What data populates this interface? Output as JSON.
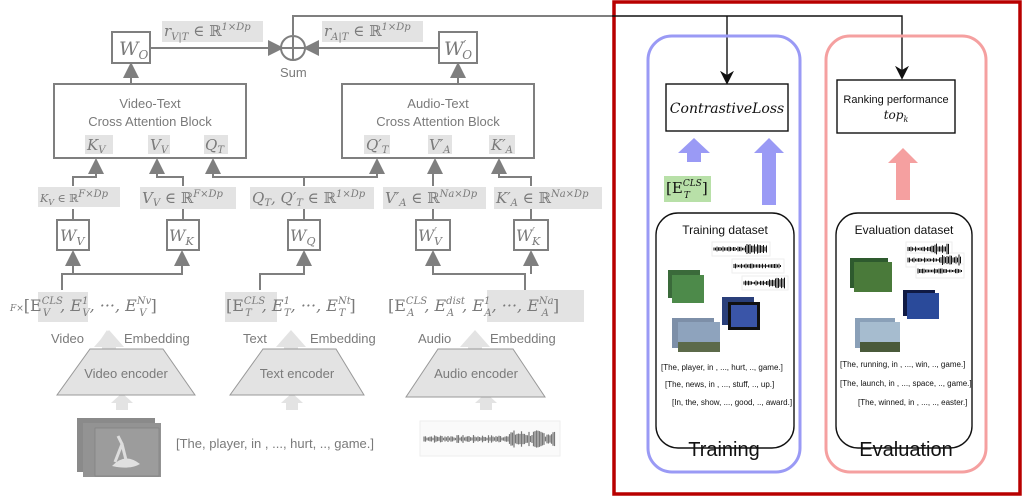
{
  "architecture": {
    "sum_label": "Sum",
    "r_vt": {
      "sym": "r",
      "sub": "V|T",
      "rel": " ∈ ℝ",
      "sup": "1×Dp"
    },
    "r_at": {
      "sym": "r",
      "sub": "A|T",
      "rel": " ∈ ℝ",
      "sup": "1×Dp"
    },
    "wo": {
      "sym": "W",
      "sub": "O",
      "prime": ""
    },
    "wo_prime": {
      "sym": "W",
      "sub": "O",
      "prime": "′"
    },
    "video_text_block": {
      "line1": "Video-Text",
      "line2": "Cross Attention Block",
      "inputs": [
        {
          "sym": "K",
          "sub": "V"
        },
        {
          "sym": "V",
          "sub": "V"
        },
        {
          "sym": "Q",
          "sub": "T"
        }
      ]
    },
    "audio_text_block": {
      "line1": "Audio-Text",
      "line2": "Cross Attention Block",
      "inputs": [
        {
          "sym": "Q′",
          "sub": "T"
        },
        {
          "sym": "V′",
          "sub": "A"
        },
        {
          "sym": "K′",
          "sub": "A"
        }
      ]
    },
    "dims": {
      "kv": {
        "main": "K",
        "sub": "V",
        "rel": " ∈ ℝ",
        "sup": "F×Dp"
      },
      "vv": {
        "main": "V",
        "sub": "V",
        "rel": " ∈ ℝ",
        "sup": "F×Dp"
      },
      "qt": {
        "main": "Q",
        "sub": "T",
        "mid": ", Q′",
        "sub2": "T",
        "rel": " ∈ ℝ",
        "sup": "1×Dp"
      },
      "va": {
        "main": "V′",
        "sub": "A",
        "rel": " ∈ ℝ",
        "sup": "Na×Dp"
      },
      "ka": {
        "main": "K′",
        "sub": "A",
        "rel": " ∈ ℝ",
        "sup": "Na×Dp"
      }
    },
    "weights": [
      {
        "sym": "W",
        "sub": "V",
        "prime": ""
      },
      {
        "sym": "W",
        "sub": "K",
        "prime": ""
      },
      {
        "sym": "W",
        "sub": "Q",
        "prime": ""
      },
      {
        "sym": "W",
        "sub": "V",
        "prime": "′"
      },
      {
        "sym": "W",
        "sub": "K",
        "prime": "′"
      }
    ],
    "embeddings": {
      "video": {
        "prefix": "F×",
        "text": "[E",
        "sup1": "CLS",
        "sub1": "V",
        "rest": ", E",
        "sup2": "1",
        "sub2": "V",
        "dots": ", ···, E",
        "sup3": "Nv",
        "sub3": "V",
        "end": "]"
      },
      "text": {
        "text": "[E",
        "sup1": "CLS",
        "sub1": "T",
        "rest": ", E",
        "sup2": "1",
        "sub2": "T",
        "dots": ", ···, E",
        "sup3": "Nt",
        "sub3": "T",
        "end": "]"
      },
      "audio": {
        "text": "[E",
        "sup1": "CLS",
        "sub1": "A",
        "rest": ", E",
        "sup2": "dist",
        "sub2": "A",
        "rest2": ", E",
        "sup3": "1",
        "sub3": "A",
        "dots": ", ···, E",
        "sup4": "Na",
        "sub4": "A",
        "end": "]"
      }
    },
    "embedding_labels": {
      "video": "Video",
      "text": "Text",
      "audio": "Audio",
      "embedding": "Embedding"
    },
    "encoders": [
      "Video encoder",
      "Text encoder",
      "Audio encoder"
    ],
    "input_sentence": "[The, player, in , ..., hurt, .., game.]"
  },
  "training": {
    "loss_label": "ContrastiveLoss",
    "cls_label": {
      "text": "[E",
      "sup": "CLS",
      "sub": "T",
      "end": "]"
    },
    "dataset_title": "Training dataset",
    "sentences": [
      "[The, player, in , ..., hurt, .., game.]",
      "[The, news, in , ..., stuff, .., up.]",
      "[In, the, show, ..., good, .., award.]"
    ],
    "panel_title": "Training"
  },
  "evaluation": {
    "metric_line1": "Ranking performance",
    "metric_line2": {
      "sym": "top",
      "sub": "k"
    },
    "dataset_title": "Evaluation dataset",
    "sentences": [
      "[The, running, in , ..., win, .., game.]",
      "[The, launch, in , ..., space, .., game.]",
      "[The, winned, in , ..., .., easter.]"
    ],
    "panel_title": "Evaluation"
  },
  "colors": {
    "frame": "#b80000",
    "training": "#9a9af5",
    "evaluation": "#f5a0a0",
    "cls_highlight": "#b8e0a8",
    "gray": "#7f7f7f"
  }
}
